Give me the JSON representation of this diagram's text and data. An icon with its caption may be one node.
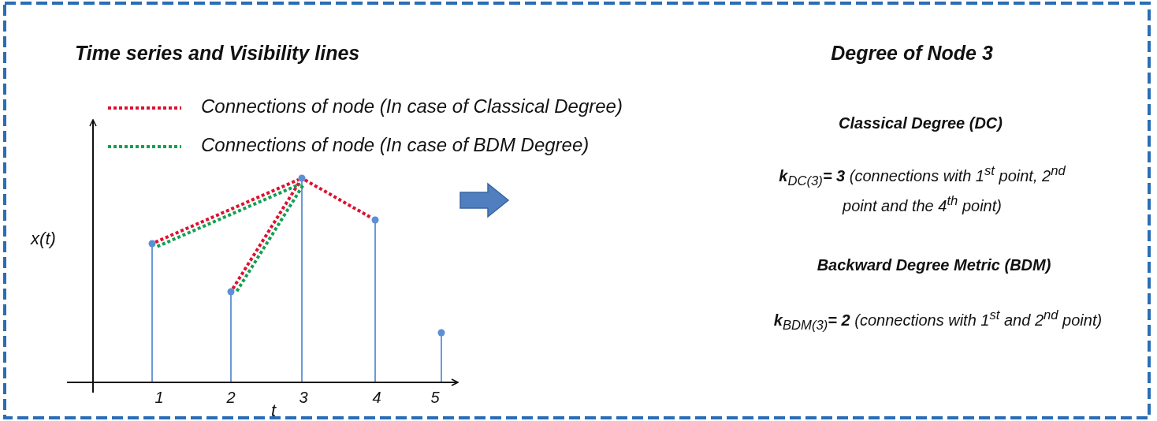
{
  "diagram": {
    "nodes": [
      {
        "text": [],
        "shape": "circle"
      },
      {
        "text": [],
        "shape": "circle"
      },
      {
        "text": [],
        "shape": "circle"
      },
      {
        "text": [],
        "shape": "circle"
      },
      {
        "text": [],
        "shape": "circle"
      }
    ],
    "edges": [
      {
        "from": 0,
        "to": 2,
        "arrow": "none",
        "style": "dashed",
        "color": "#e0102f"
      },
      {
        "from": 1,
        "to": 2,
        "arrow": "none",
        "style": "dashed",
        "color": "#e0102f"
      },
      {
        "from": 2,
        "to": 3,
        "arrow": "none",
        "style": "dashed",
        "color": "#e0102f"
      },
      {
        "from": 0,
        "to": 2,
        "arrow": "none",
        "style": "dashed",
        "color": "#12a050"
      },
      {
        "from": 1,
        "to": 2,
        "arrow": "none",
        "style": "dashed",
        "color": "#12a050"
      }
    ],
    "labels": [
      "Time series and Visibility lines",
      "Degree of Node 3",
      "x(t)",
      "1",
      "2",
      "3",
      "4",
      "5",
      "t",
      "Classical Degree (DC)",
      "**k**$_{DC(3)}$**= 3** (connections with 1$^{st}$ point, 2$^{nd}$ point and the 4$^{th}$ point)",
      "Backward Degree Metric (BDM)",
      "**k**$_{BDM(3)}$**= 2** (connections with 1$^{st}$ and 2$^{nd}$ point)"
    ],
    "legend": [
      {
        "text": "Connections of node (In case of Classical Degree)"
      },
      {
        "text": "Connections of node (In case of BDM Degree)"
      }
    ]
  }
}
